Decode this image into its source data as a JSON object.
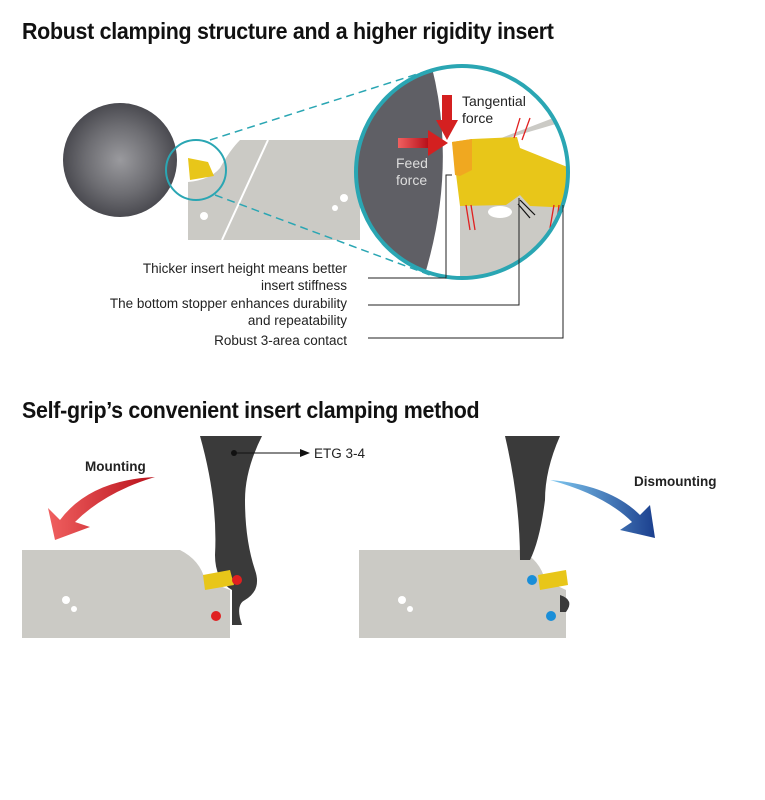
{
  "section1": {
    "title": "Robust clamping structure and a higher rigidity insert",
    "force_labels": {
      "tangential_line1": "Tangential",
      "tangential_line2": "force",
      "feed_line1": "Feed",
      "feed_line2": "force"
    },
    "callouts": [
      {
        "line1": "Thicker insert height means better",
        "line2": "insert stiffness"
      },
      {
        "line1": "The bottom stopper enhances durability",
        "line2": "and repeatability"
      },
      {
        "line1": "Robust 3-area contact",
        "line2": ""
      }
    ]
  },
  "section2": {
    "title": "Self-grip’s convenient insert clamping method",
    "tool_label": "ETG 3-4",
    "mounting_label": "Mounting",
    "dismounting_label": "Dismounting"
  },
  "colors": {
    "insert": "#e8c619",
    "holder": "#cbcac5",
    "key": "#3a3a3a",
    "mount_arrow": "#c8141e",
    "dismount_arrow": "#1f5fb0",
    "ring": "#2aa6b3"
  }
}
